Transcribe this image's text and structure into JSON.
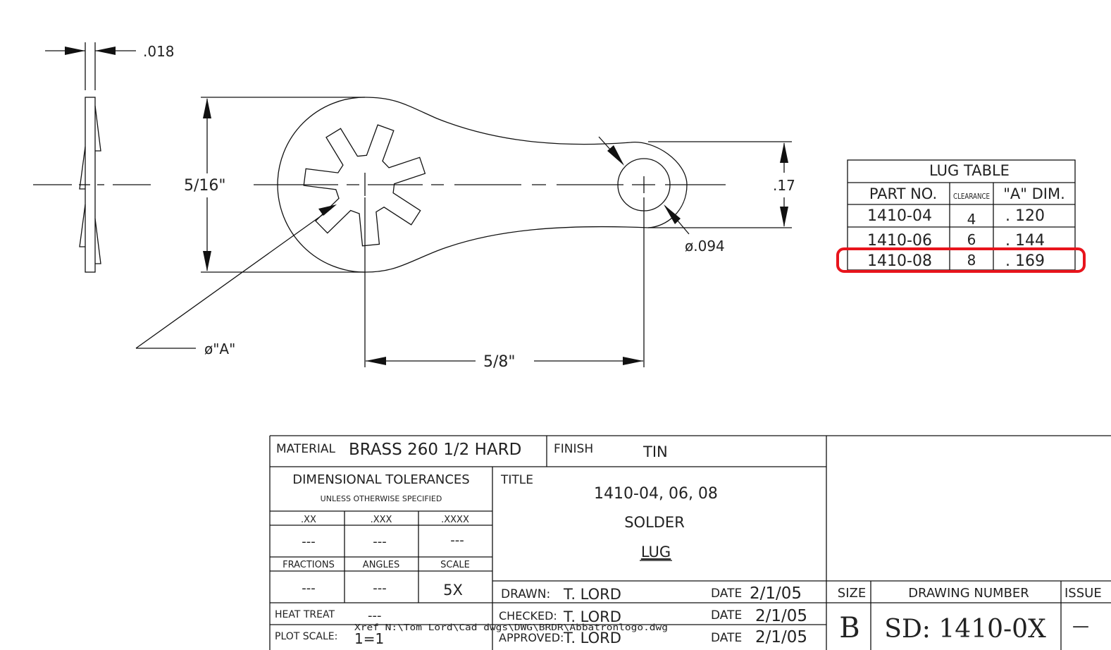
{
  "dimensions": {
    "thickness": ".018",
    "height": "5/16\"",
    "right_height": ".17",
    "hole_dia": "ø.094",
    "lug_hole": "ø\"A\"",
    "length": "5/8\""
  },
  "lug_table": {
    "title": "LUG TABLE",
    "headers": [
      "PART NO.",
      "CLEARANCE",
      "\"A\" DIM."
    ],
    "rows": [
      [
        "1410-04",
        "4",
        ". 120"
      ],
      [
        "1410-06",
        "6",
        ". 144"
      ],
      [
        "1410-08",
        "8",
        ". 169"
      ]
    ],
    "highlighted_row": 2,
    "highlight_color": "#e8141c"
  },
  "title_block": {
    "material_label": "MATERIAL",
    "material_value": "BRASS 260 1/2 HARD",
    "finish_label": "FINISH",
    "finish_value": "TIN",
    "tolerances_title": "DIMENSIONAL TOLERANCES",
    "tolerances_sub": "UNLESS OTHERWISE SPECIFIED",
    "tol_headers": [
      ".XX",
      ".XXX",
      ".XXXX"
    ],
    "tol_values": [
      "---",
      "---",
      "---"
    ],
    "tol_headers2": [
      "FRACTIONS",
      "ANGLES",
      "SCALE"
    ],
    "tol_values2": [
      "---",
      "---",
      "5X"
    ],
    "heat_treat_label": "HEAT TREAT",
    "heat_treat_value": "---",
    "plot_scale_label": "PLOT SCALE:",
    "plot_scale_value": "1=1",
    "xref_text": "Xref N:\\Tom Lord\\Cad dwgs\\DWG\\BRDR\\Abbatronlogo.dwg",
    "title_label": "TITLE",
    "title_lines": [
      "1410-04, 06, 08",
      "SOLDER",
      "LUG"
    ],
    "drawn_label": "DRAWN:",
    "drawn_value": "T. LORD",
    "checked_label": "CHECKED:",
    "checked_value": "T. LORD",
    "approved_label": "APPROVED:",
    "approved_value": "T. LORD",
    "date_label": "DATE",
    "drawn_date": "2/1/05",
    "checked_date": "2/1/05",
    "approved_date": "2/1/05",
    "size_label": "SIZE",
    "size_value": "B",
    "drawing_number_label": "DRAWING NUMBER",
    "drawing_number_value": "SD: 1410-0X",
    "issue_label": "ISSUE",
    "issue_value": "—"
  }
}
